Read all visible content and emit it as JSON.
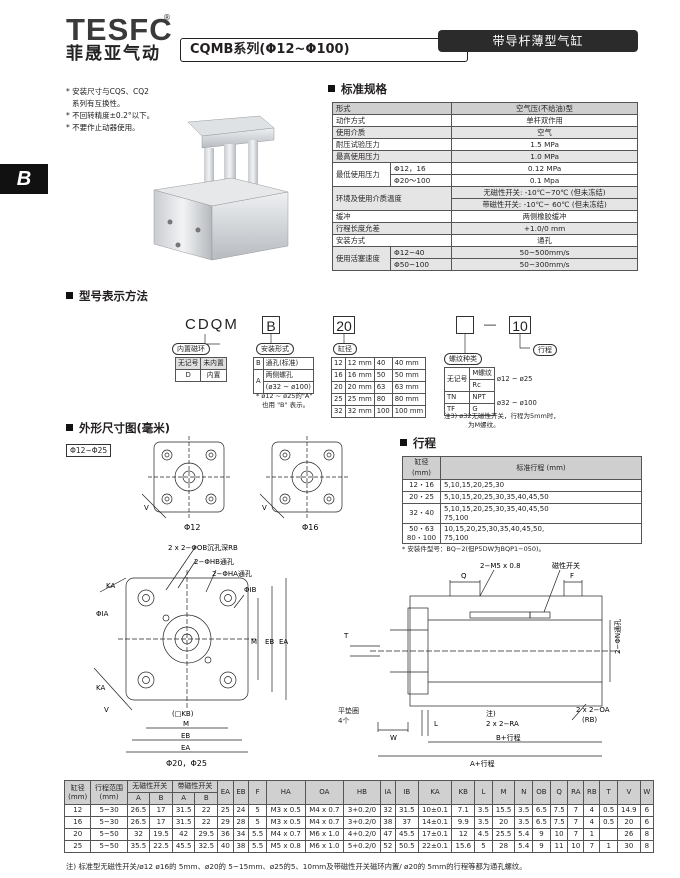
{
  "brand": {
    "name": "TESFC",
    "reg": "®",
    "cn": "菲晟亚气动"
  },
  "header": {
    "series": "CQMB系列(Φ12~Φ100)",
    "type": "带导杆薄型气缸"
  },
  "side_tab": "B",
  "notes": [
    "* 安装尺寸与CQS、CQ2",
    "  系列有互换性。",
    "* 不回转精度±0.2°以下。",
    "* 不要作止动器使用。"
  ],
  "spec": {
    "title": "标准规格",
    "header": [
      "形式",
      "空气压(不给油)型"
    ],
    "rows": [
      {
        "label": "动作方式",
        "value": "单杆双作用"
      },
      {
        "label": "使用介质",
        "value": "空气"
      },
      {
        "label": "耐压试验压力",
        "value": "1.5 MPa"
      },
      {
        "label": "最高使用压力",
        "value": "1.0 MPa"
      },
      {
        "label": "最低使用压力",
        "subs": [
          {
            "sub": "Φ12，16",
            "value": "0.12 MPa"
          },
          {
            "sub": "Φ20～100",
            "value": "0.1 Mpa"
          }
        ]
      },
      {
        "label": "环境及使用介质温度",
        "subs": [
          {
            "sub": "",
            "value": "无磁性开关: -10℃~70℃ (但未冻结)"
          },
          {
            "sub": "",
            "value": "带磁性开关: -10℃~ 60℃ (但未冻结)"
          }
        ]
      },
      {
        "label": "缓冲",
        "value": "两侧橡胶缓冲"
      },
      {
        "label": "行程长度允差",
        "value": "+1.0/0 mm"
      },
      {
        "label": "安装方式",
        "value": "通孔"
      },
      {
        "label": "使用活塞速度",
        "subs": [
          {
            "sub": "Φ12~40",
            "value": "50~500mm/s"
          },
          {
            "sub": "Φ50~100",
            "value": "50~300mm/s"
          }
        ]
      }
    ]
  },
  "model": {
    "title": "型号表示方法",
    "code_prefix": "CDQM",
    "code_b": "B",
    "code_bore": "20",
    "dash": "—",
    "code_stroke": "10",
    "magnet": {
      "label": "内置磁环",
      "h1": "无记号",
      "h2": "未内置",
      "v1": "D",
      "v2": "内置"
    },
    "mount": {
      "label": "安装形式",
      "code": "B",
      "desc": "通孔(标准)",
      "code2": "A",
      "desc2": "两侧螺孔",
      "desc2b": "(ø32 ~ ø100)",
      "note1": "* ø12 ~ ø25的\"A\"",
      "note2": "也用 \"B\" 表示。"
    },
    "bore": {
      "label": "缸径",
      "rows": [
        [
          "12",
          "12 mm",
          "40",
          "40 mm"
        ],
        [
          "16",
          "16 mm",
          "50",
          "50 mm"
        ],
        [
          "20",
          "20 mm",
          "63",
          "63 mm"
        ],
        [
          "25",
          "25 mm",
          "80",
          "80 mm"
        ],
        [
          "32",
          "32 mm",
          "100",
          "100 mm"
        ]
      ]
    },
    "thread": {
      "label": "螺纹种类",
      "r1a": "无记号",
      "r1b": "M螺纹",
      "r1c": "ø12 ~ ø25",
      "r2b": "Rc",
      "r3a": "TN",
      "r3b": "NPT",
      "r3c": "ø32 ~ ø100",
      "r4a": "TF",
      "r4b": "G",
      "note1": "注3) ø32无磁性开关，行程为5mm时，",
      "note2": "为M螺纹。"
    },
    "stroke_label": "行程"
  },
  "dims": {
    "title": "外形尺寸图(毫米)",
    "range": "Φ12~Φ25",
    "cap12": "Φ12",
    "cap16": "Φ16",
    "cap2025": "Φ20，Φ25",
    "labels": {
      "ob": "2 x 2−ΦOB沉孔深RB",
      "hb": "2−ΦHB通孔",
      "ha": "2−ΦHA通孔",
      "ib": "ΦIB",
      "ka": "KA",
      "ia": "ΦIA",
      "m": "M",
      "eb": "EB",
      "ea": "EA",
      "kb": "(□KB)",
      "v": "V",
      "m5": "2−M5 x 0.8",
      "mag": "磁性开关",
      "q": "Q",
      "f": "F",
      "t": "T",
      "washer": "平垫圈",
      "washer_n": "4个",
      "note": "注)",
      "ra": "2 x 2−RA",
      "oa": "2 x 2−OA",
      "rb": "(RB)",
      "l": "L",
      "w": "W",
      "bstroke": "B+行程",
      "astroke": "A+行程",
      "n": "2−ΦN通孔"
    }
  },
  "stroke": {
    "title": "行程",
    "h1": "缸径",
    "h1b": "(mm)",
    "h2": "标准行程 (mm)",
    "rows": [
      [
        "12・16",
        "5,10,15,20,25,30"
      ],
      [
        "20・25",
        "5,10,15,20,25,30,35,40,45,50"
      ],
      [
        "32・40",
        "5,10,15,20,25,30,35,40,45,50\n75,100"
      ],
      [
        "50・63\n80・100",
        "10,15,20,25,30,35,40,45,50,\n75,100"
      ]
    ],
    "note": "* 安装件型号：BQ−2(但P5DW为BQP1−050)。"
  },
  "table": {
    "head1": [
      "缸径\n(mm)",
      "行程范围\n(mm)",
      "无磁性开关",
      "带磁性开关",
      "EA",
      "EB",
      "F",
      "HA",
      "OA",
      "HB",
      "IA",
      "IB",
      "KA",
      "KB",
      "L",
      "M",
      "N",
      "OB",
      "Q",
      "RA",
      "RB",
      "T",
      "V",
      "W"
    ],
    "sub": [
      "A",
      "B",
      "A",
      "B"
    ],
    "rows": [
      [
        "12",
        "5~30",
        "26.5",
        "17",
        "31.5",
        "22",
        "25",
        "24",
        "5",
        "M3 x 0.5",
        "M4 x 0.7",
        "3+0.2/0",
        "32",
        "31.5",
        "10±0.1",
        "7.1",
        "3.5",
        "15.5",
        "3.5",
        "6.5",
        "7.5",
        "7",
        "4",
        "0.5",
        "14.9",
        "6"
      ],
      [
        "16",
        "5~30",
        "26.5",
        "17",
        "31.5",
        "22",
        "29",
        "28",
        "5",
        "M3 x 0.5",
        "M4 x 0.7",
        "3+0.2/0",
        "38",
        "37",
        "14±0.1",
        "9.9",
        "3.5",
        "20",
        "3.5",
        "6.5",
        "7.5",
        "7",
        "4",
        "0.5",
        "20",
        "6"
      ],
      [
        "20",
        "5~50",
        "32",
        "19.5",
        "42",
        "29.5",
        "36",
        "34",
        "5.5",
        "M4 x 0.7",
        "M6 x 1.0",
        "4+0.2/0",
        "47",
        "45.5",
        "17±0.1",
        "12",
        "4.5",
        "25.5",
        "5.4",
        "9",
        "10",
        "7",
        "1",
        "",
        "26",
        "8"
      ],
      [
        "25",
        "5~50",
        "35.5",
        "22.5",
        "45.5",
        "32.5",
        "40",
        "38",
        "5.5",
        "M5 x 0.8",
        "M6 x 1.0",
        "5+0.2/0",
        "52",
        "50.5",
        "22±0.1",
        "15.6",
        "5",
        "28",
        "5.4",
        "9",
        "11",
        "10",
        "7",
        "1",
        "30",
        "8"
      ]
    ],
    "footnote": "注) 标准型无磁性开关/ø12 ø16的 5mm、ø20的 5~15mm、ø25的5、10mm及带磁性开关磁环内置/ ø20的 5mm的行程等都为通孔螺纹。"
  }
}
